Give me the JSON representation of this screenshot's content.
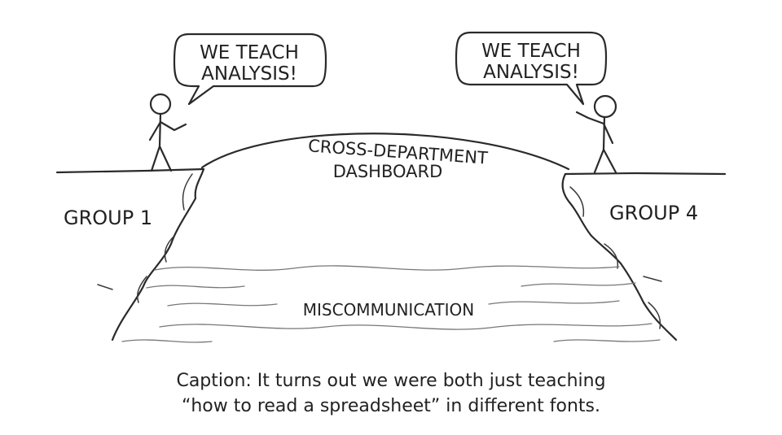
{
  "left_speech_bubble": {
    "line1": "WE TEACH",
    "line2": "ANALYSIS!"
  },
  "right_speech_bubble": {
    "line1": "WE TEACH",
    "line2": "ANALYSIS!"
  },
  "bridge": {
    "line1": "CROSS-DEPARTMENT",
    "line2": "DASHBOARD"
  },
  "left_cliff_label": "GROUP 1",
  "right_cliff_label": "GROUP 4",
  "water_label": "MISCOMMUNICATION",
  "caption": {
    "line1": "Caption: It turns out we were both just teaching",
    "line2": "“how to read a spreadsheet” in different fonts."
  }
}
